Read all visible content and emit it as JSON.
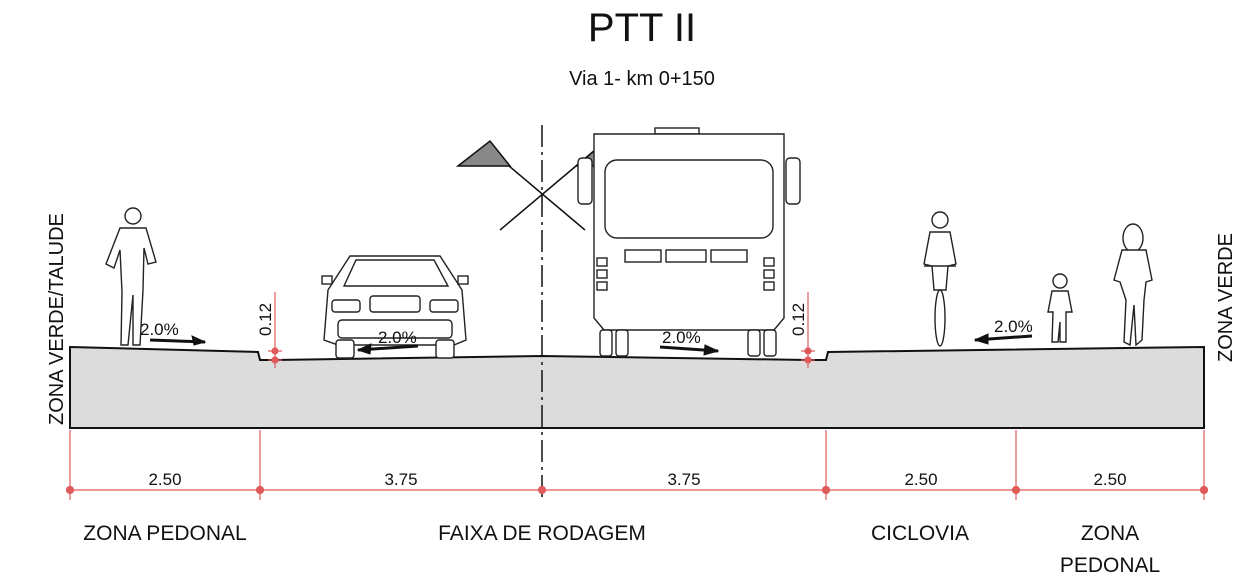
{
  "title": "PTT II",
  "subtitle": "Via 1- km 0+150",
  "edges": {
    "left": "ZONA VERDE/TALUDE",
    "right": "ZONA VERDE"
  },
  "curb_heights": [
    "0.12",
    "0.12"
  ],
  "slopes": [
    "2.0%",
    "2.0%",
    "2.0%",
    "2.0%"
  ],
  "dimensions": [
    "2.50",
    "3.75",
    "3.75",
    "2.50",
    "2.50"
  ],
  "zones": [
    "ZONA PEDONAL",
    "FAIXA DE RODAGEM",
    "CICLOVIA",
    "ZONA",
    "PEDONAL"
  ],
  "colors": {
    "section_fill": "#dcdcdc",
    "dimension_line": "#e05a5a",
    "outline": "#111111"
  }
}
